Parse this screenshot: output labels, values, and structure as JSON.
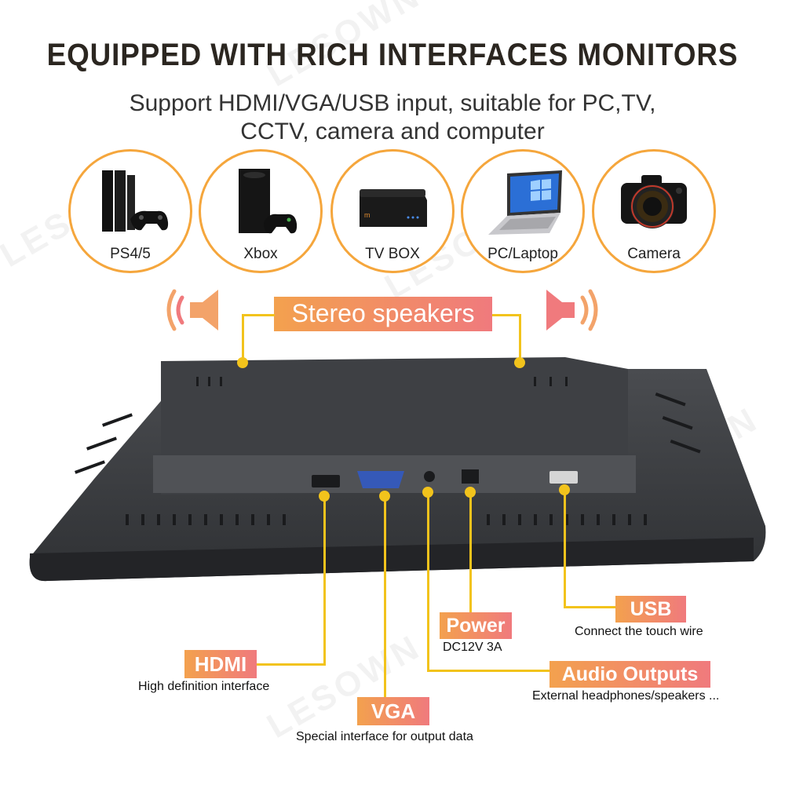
{
  "header": {
    "title": "EQUIPPED WITH RICH INTERFACES MONITORS",
    "subtitle": "Support HDMI/VGA/USB input, suitable for PC,TV, CCTV, camera and computer"
  },
  "devices": [
    {
      "label": "PS4/5",
      "icon": "game-console-icon"
    },
    {
      "label": "Xbox",
      "icon": "xbox-icon"
    },
    {
      "label": "TV BOX",
      "icon": "tv-box-icon"
    },
    {
      "label": "PC/Laptop",
      "icon": "laptop-icon"
    },
    {
      "label": "Camera",
      "icon": "camera-icon"
    }
  ],
  "speakers": {
    "label": "Stereo speakers",
    "icon": "speaker-icon"
  },
  "ports": {
    "hdmi": {
      "label": "HDMI",
      "desc": "High definition interface"
    },
    "vga": {
      "label": "VGA",
      "desc": "Special interface for output data"
    },
    "power": {
      "label": "Power",
      "desc": "DC12V 3A"
    },
    "audio": {
      "label": "Audio Outputs",
      "desc": "External headphones/speakers ..."
    },
    "usb": {
      "label": "USB",
      "desc": "Connect the touch wire"
    }
  },
  "watermark": "LESOWN",
  "colors": {
    "accent_orange": "#f5a63c",
    "pill_start": "#f3a14e",
    "pill_end": "#f07a7d",
    "callout_line": "#f2c31c",
    "monitor": "#3c3e42"
  }
}
